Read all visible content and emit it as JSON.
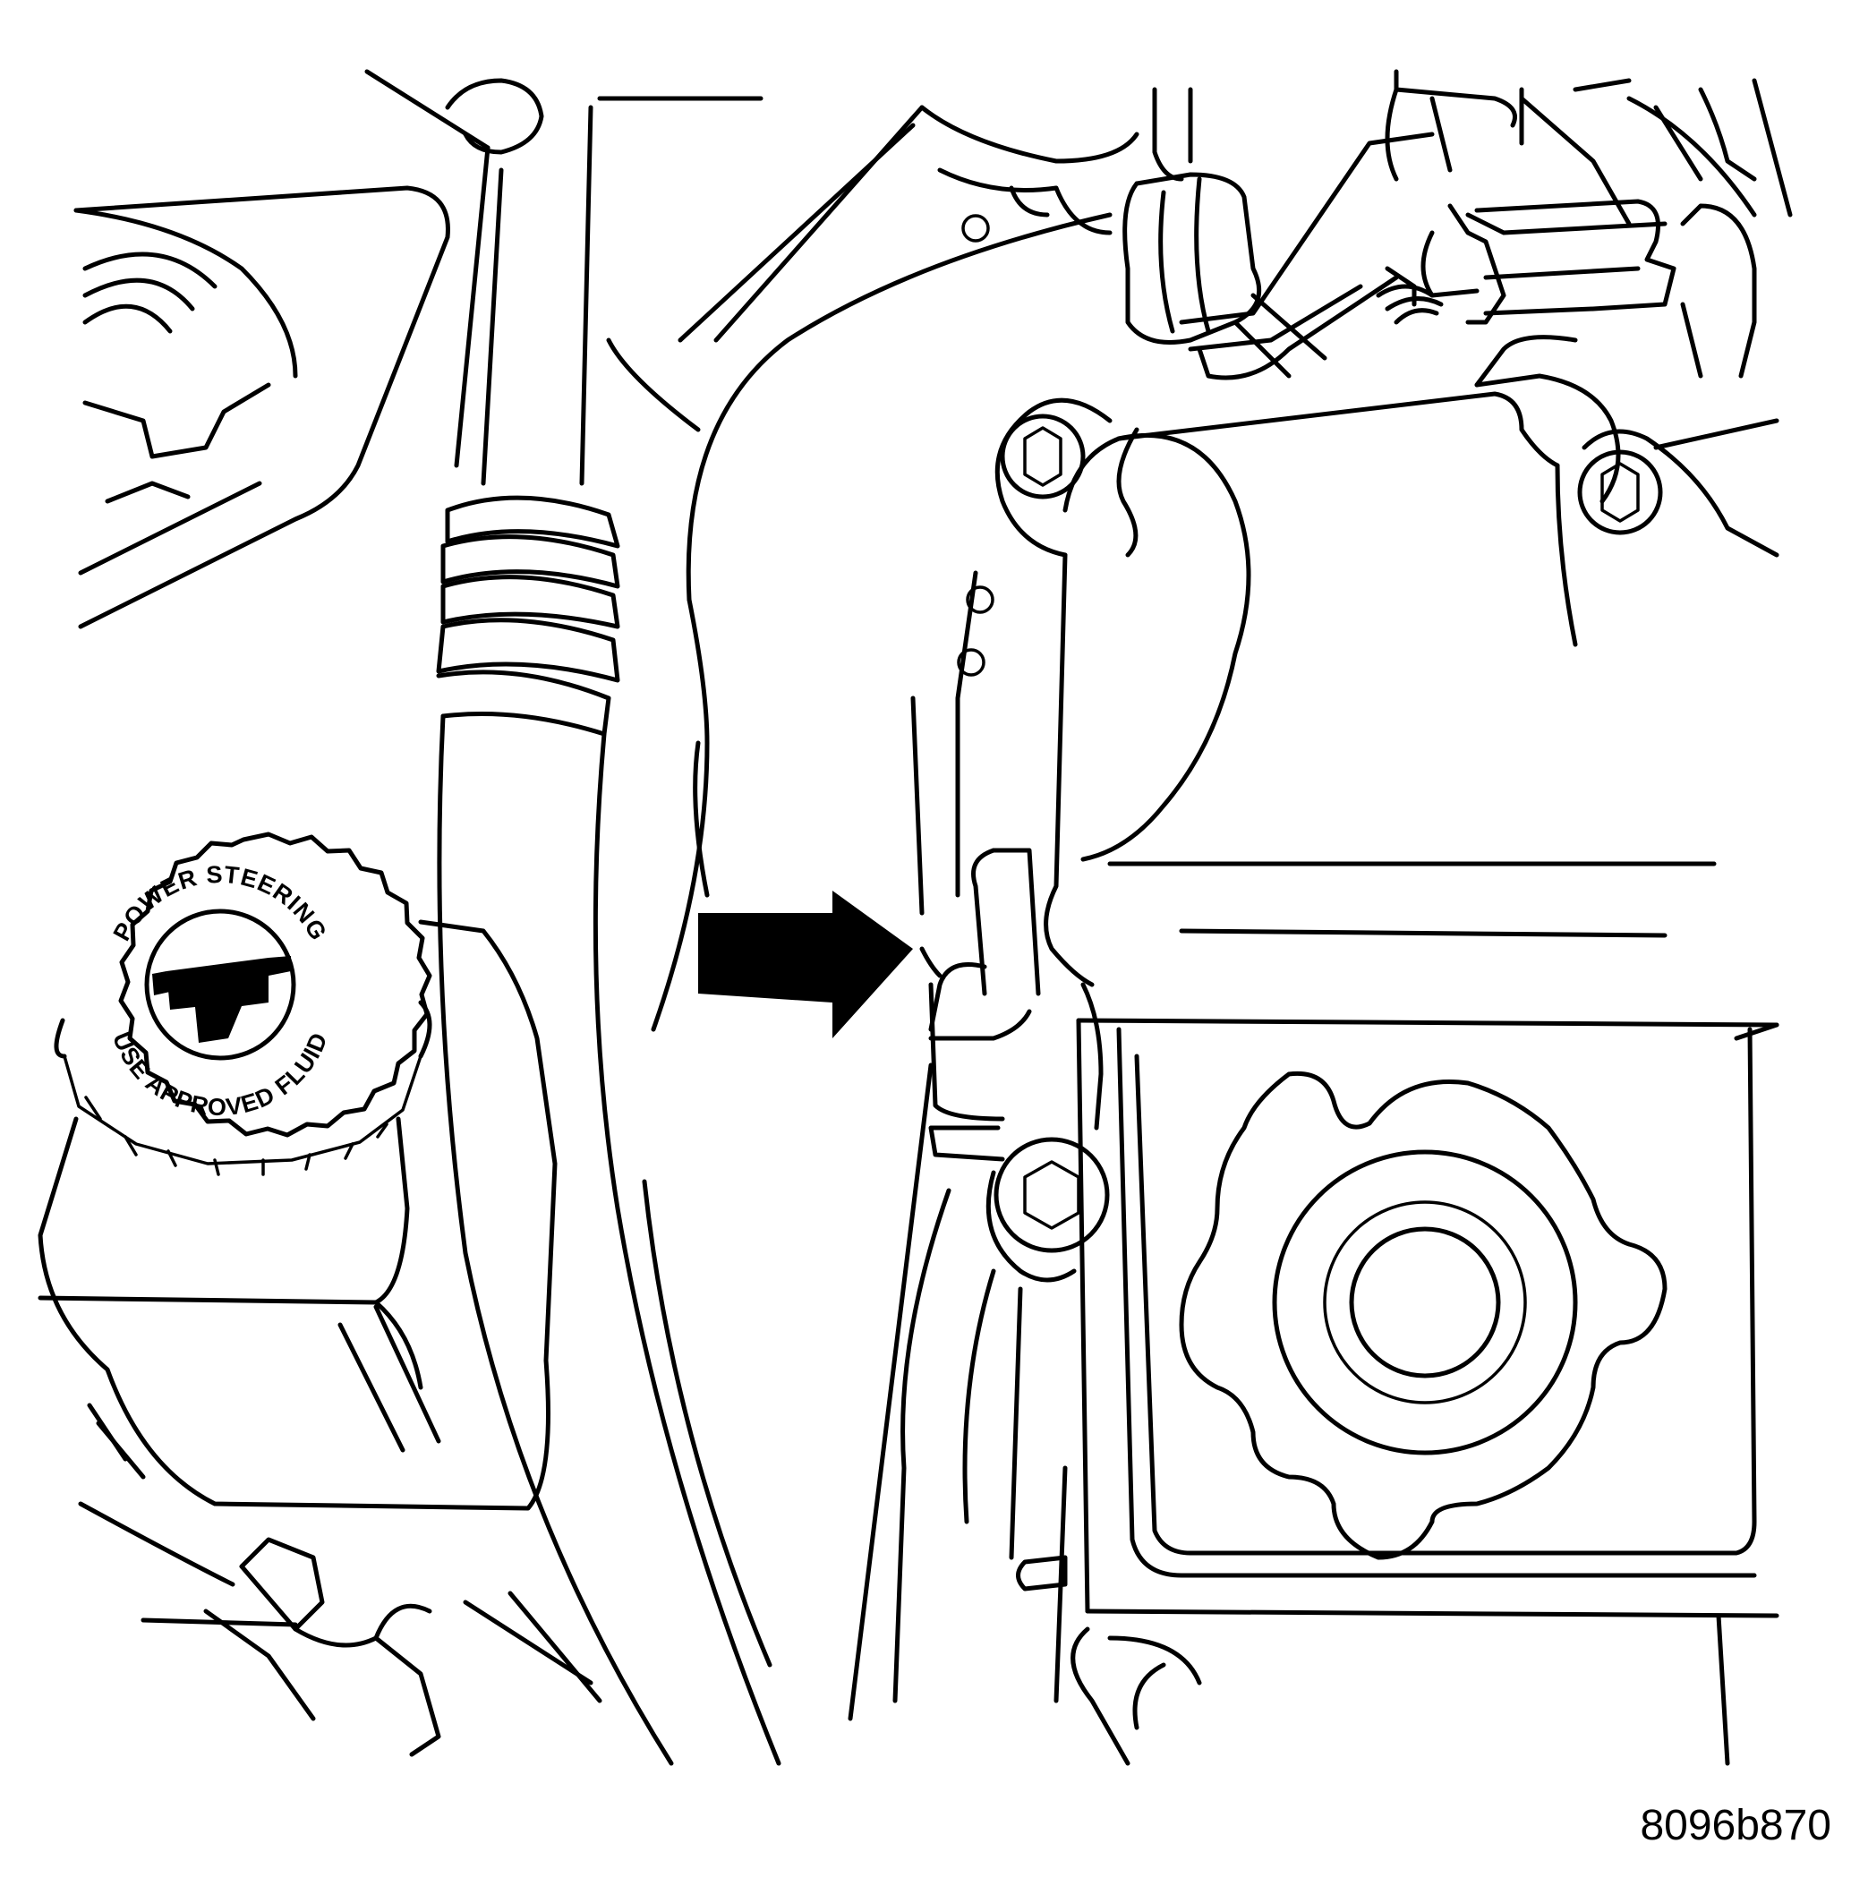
{
  "cap_text": {
    "line_1": "POWER STEERING",
    "line_2": "USE APPROVED FLUID"
  },
  "figure_id": "8096b870"
}
